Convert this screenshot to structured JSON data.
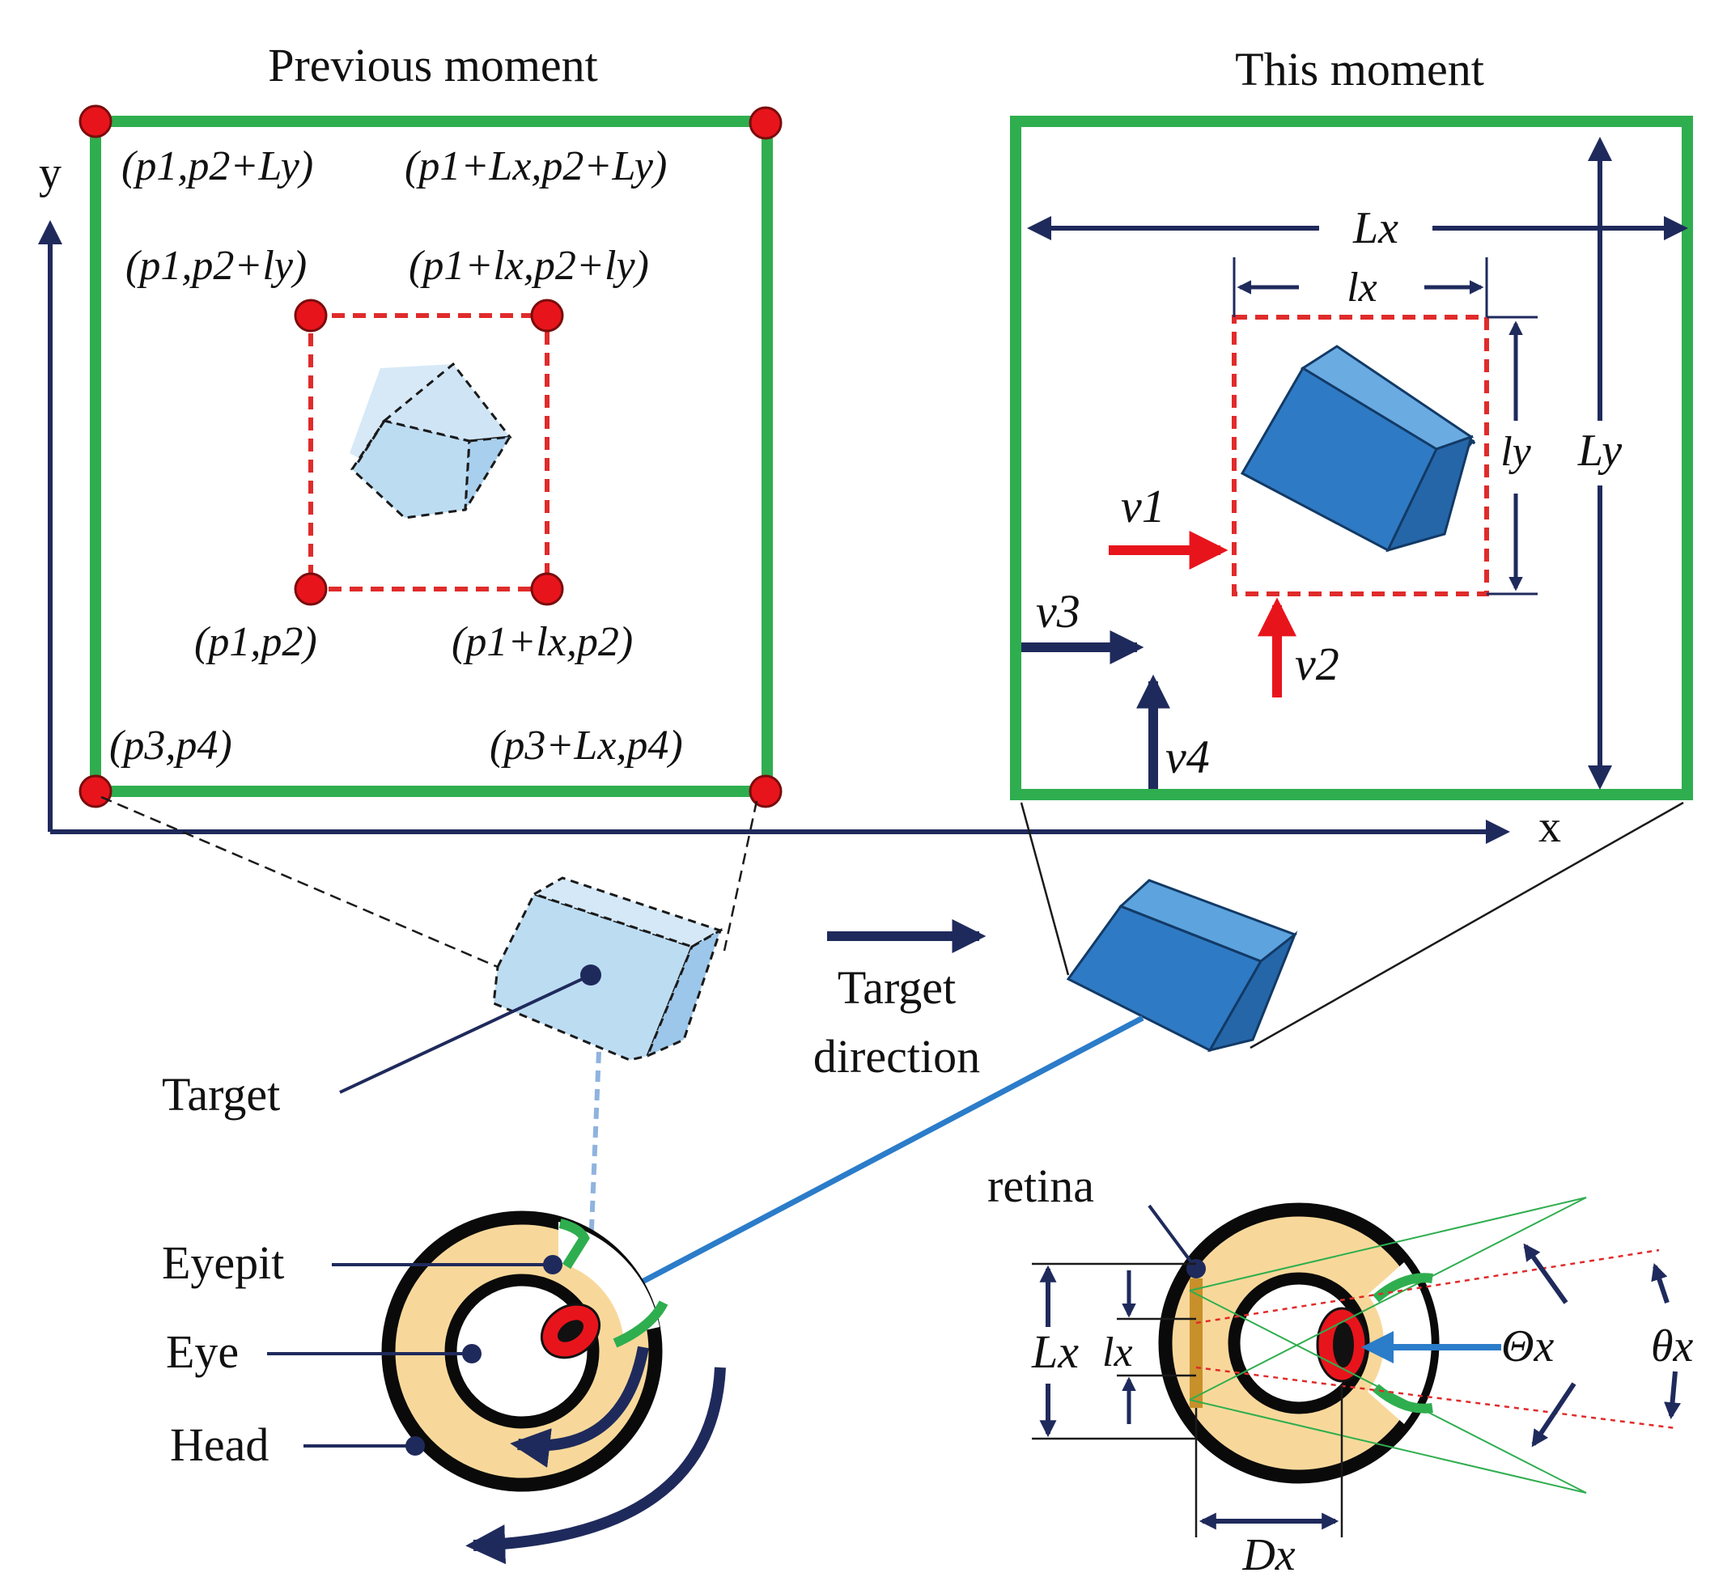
{
  "titles": {
    "previous": "Previous moment",
    "current": "This moment"
  },
  "axes": {
    "x": "x",
    "y": "y"
  },
  "prev_labels": {
    "outer_top_left": "(p1,p2+Ly)",
    "outer_top_right": "(p1+Lx,p2+Ly)",
    "inner_top_left": "(p1,p2+ly)",
    "inner_top_right": "(p1+lx,p2+ly)",
    "inner_bottom_left": "(p1,p2)",
    "inner_bottom_right": "(p1+lx,p2)",
    "outer_bottom_left": "(p3,p4)",
    "outer_bottom_right": "(p3+Lx,p4)"
  },
  "cur_labels": {
    "Lx": "Lx",
    "lx": "lx",
    "Ly": "Ly",
    "ly": "ly",
    "v1": "v1",
    "v2": "v2",
    "v3": "v3",
    "v4": "v4"
  },
  "middle": {
    "target": "Target",
    "target_direction_1": "Target",
    "target_direction_2": "direction"
  },
  "head_left": {
    "eyepit": "Eyepit",
    "eye": "Eye",
    "head": "Head"
  },
  "head_right": {
    "retina": "retina",
    "Lx": "Lx",
    "lx": "lx",
    "Dx": "Dx",
    "Theta_x": "Θx",
    "theta_x": "θx"
  },
  "colors": {
    "frame_green": "#2fae4f",
    "dash_red": "#e02b2b",
    "point_red": "#e8141c",
    "navy": "#1f2a5c",
    "cube_light": "#bcdcf2",
    "cube_dark": "#2f7ac4",
    "head_fill": "#f8d89a",
    "sight_blue": "#2b7cc9"
  },
  "icons": [
    "corner-point-icon",
    "cube-icon",
    "velocity-arrow-icon",
    "rotation-arrow-icon",
    "eye-icon"
  ]
}
